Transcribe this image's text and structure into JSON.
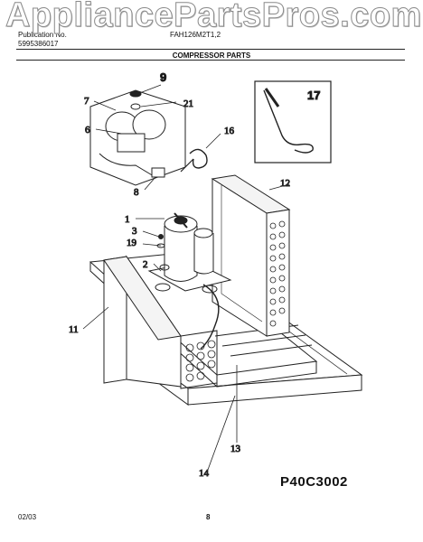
{
  "watermark": "AppliancePartsPros.com",
  "header": {
    "publication_label": "Publication No.",
    "part_number": "5995386017",
    "model": "FAH126M2T1,2",
    "section_title": "COMPRESSOR PARTS"
  },
  "callouts": {
    "c1": "1",
    "c2": "2",
    "c3": "3",
    "c6": "6",
    "c7": "7",
    "c8": "8",
    "c9": "9",
    "c11": "11",
    "c12": "12",
    "c13": "13",
    "c14": "14",
    "c16": "16",
    "c17": "17",
    "c19": "19",
    "c21": "21"
  },
  "diagram_code": "P40C3002",
  "footer": {
    "date": "02/03",
    "page": "8"
  }
}
